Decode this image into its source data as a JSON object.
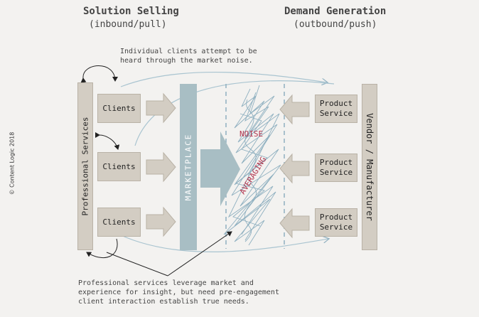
{
  "headers": {
    "left_title": "Solution Selling",
    "left_sub": "(inbound/pull)",
    "right_title": "Demand Generation",
    "right_sub": "(outbound/push)"
  },
  "notes": {
    "top": "Individual clients attempt to be heard through the market noise.",
    "bottom": "Professional services leverage market and experience for insight, but need pre-engagement client interaction establish true needs."
  },
  "left_bar": "Professional Services",
  "right_bar": "Vendor / Manufacturer",
  "clients": [
    "Clients",
    "Clients",
    "Clients"
  ],
  "products": [
    "Product Service",
    "Product Service",
    "Product Service"
  ],
  "marketplace": "MARKETPLACE",
  "noise": "NOISE",
  "averaging": "AVERAGING",
  "copyright": "© Content Logic 2018",
  "colors": {
    "box_fill": "#d3cdc3",
    "marketplace": "#a8bec4",
    "noise_text": "#b3364f",
    "scribble": "#8fb0c0"
  }
}
